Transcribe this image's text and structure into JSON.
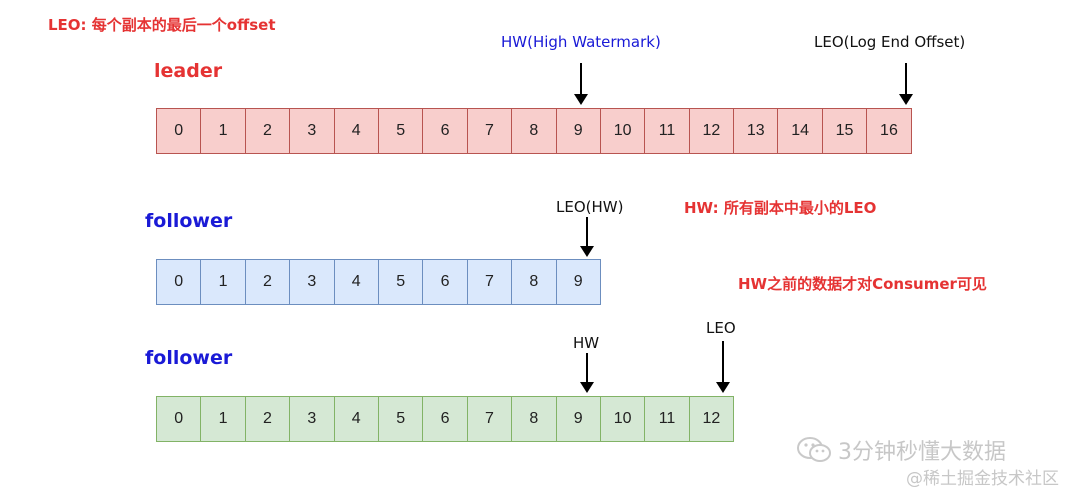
{
  "notes": {
    "leo_note": "LEO: 每个副本的最后一个offset",
    "hw_note": "HW: 所有副本中最小的LEO",
    "consumer_note": "HW之前的数据才对Consumer可见"
  },
  "colors": {
    "leader_fill": "#f8cecc",
    "leader_border": "#b85450",
    "follower1_fill": "#dae8fc",
    "follower1_border": "#6c8ebf",
    "follower2_fill": "#d5e8d4",
    "follower2_border": "#82b366",
    "note_red": "#e53333",
    "leader_label": "#e53333",
    "follower_label": "#1a1ad6"
  },
  "leader": {
    "label": "leader",
    "cells": [
      "0",
      "1",
      "2",
      "3",
      "4",
      "5",
      "6",
      "7",
      "8",
      "9",
      "10",
      "11",
      "12",
      "13",
      "14",
      "15",
      "16"
    ],
    "hw_label": "HW(High Watermark)",
    "leo_label": "LEO(Log End Offset)"
  },
  "follower1": {
    "label": "follower",
    "cells": [
      "0",
      "1",
      "2",
      "3",
      "4",
      "5",
      "6",
      "7",
      "8",
      "9"
    ],
    "pointer_label": "LEO(HW)"
  },
  "follower2": {
    "label": "follower",
    "cells": [
      "0",
      "1",
      "2",
      "3",
      "4",
      "5",
      "6",
      "7",
      "8",
      "9",
      "10",
      "11",
      "12"
    ],
    "hw_label": "HW",
    "leo_label": "LEO"
  },
  "watermark": {
    "wechat": "3分钟秒懂大数据",
    "site": "@稀土掘金技术社区"
  }
}
